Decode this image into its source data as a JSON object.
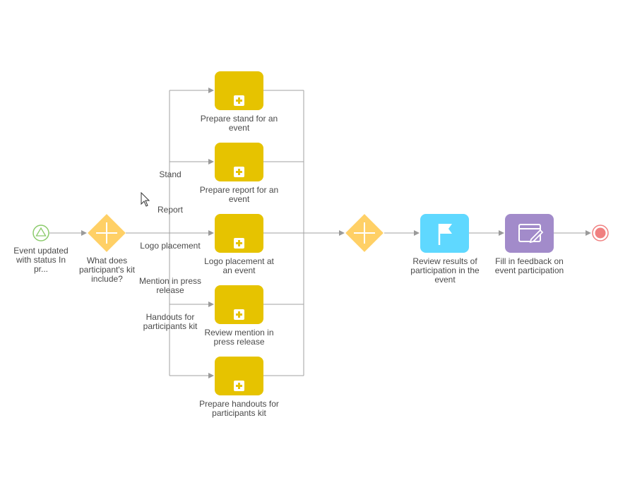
{
  "start_event": {
    "label": "Event updated with status In pr...",
    "color": "#8bcb6b"
  },
  "split_gateway": {
    "label": "What does participant's kit include?",
    "color": "#ffd066"
  },
  "join_gateway": {
    "color": "#ffd066"
  },
  "flow_labels": {
    "stand": "Stand",
    "report": "Report",
    "logo": "Logo placement",
    "mention": "Mention in press release",
    "handouts": "Handouts for participants kit"
  },
  "subprocesses": [
    {
      "label": "Prepare stand for an event",
      "color": "#e6c300"
    },
    {
      "label": "Prepare report for an event",
      "color": "#e6c300"
    },
    {
      "label": "Logo placement at an event",
      "color": "#e6c300"
    },
    {
      "label": "Review mention in press release",
      "color": "#e6c300"
    },
    {
      "label": "Prepare handouts for participants kit",
      "color": "#e6c300"
    }
  ],
  "review_task": {
    "label": "Review results of participation in the event",
    "color": "#5fd8ff",
    "icon": "flag-icon"
  },
  "feedback_task": {
    "label": "Fill in feedback on event participation",
    "color": "#a28bca",
    "icon": "edit-page-icon"
  },
  "end_event": {
    "color": "#f08080"
  }
}
